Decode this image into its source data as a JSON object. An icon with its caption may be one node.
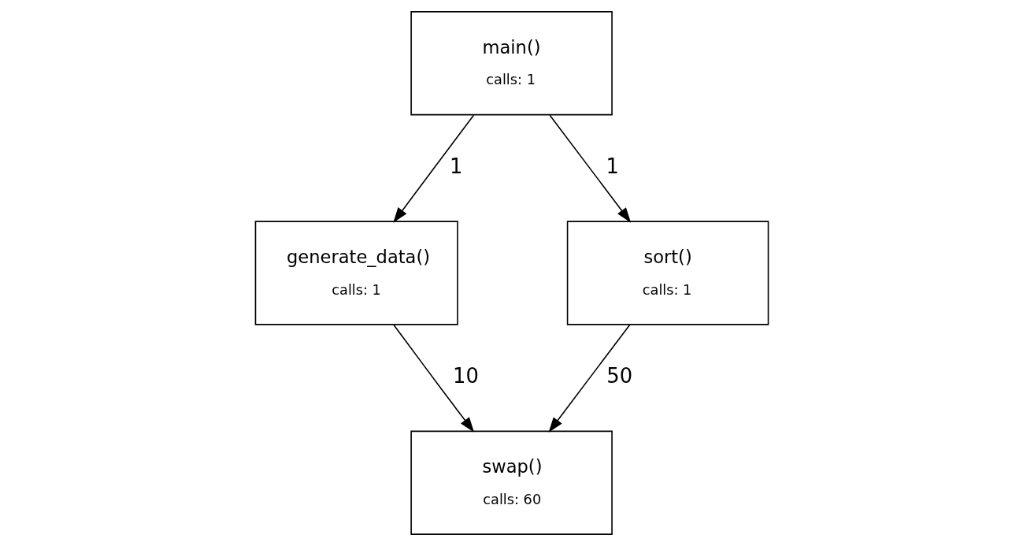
{
  "diagram": {
    "nodes": [
      {
        "text": [
          "main()",
          "calls: 1"
        ]
      },
      {
        "text": [
          "generate_data()",
          "calls: 1"
        ]
      },
      {
        "text": [
          "sort()",
          "calls: 1"
        ]
      },
      {
        "text": [
          "swap()",
          "calls: 60"
        ]
      }
    ],
    "edges": [
      {
        "from": 0,
        "to": 1,
        "arrow": "to",
        "label": "1"
      },
      {
        "from": 0,
        "to": 2,
        "arrow": "to",
        "label": "1"
      },
      {
        "from": 1,
        "to": 3,
        "arrow": "to",
        "label": "10"
      },
      {
        "from": 2,
        "to": 3,
        "arrow": "to",
        "label": "50"
      }
    ]
  }
}
